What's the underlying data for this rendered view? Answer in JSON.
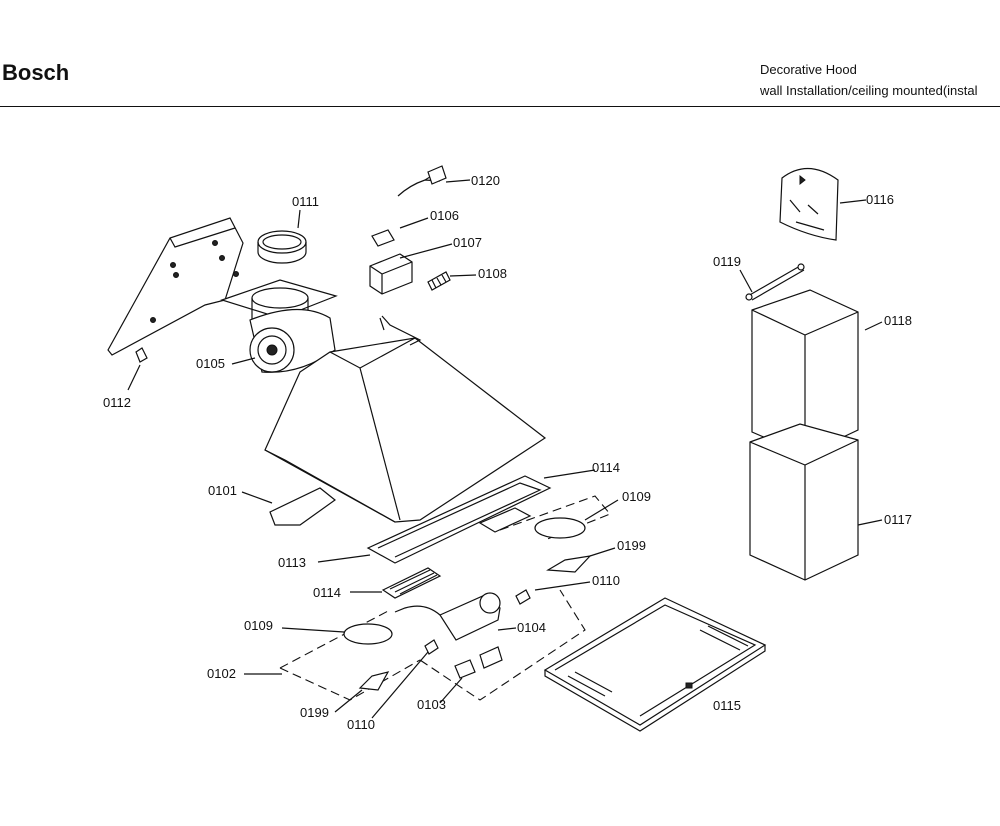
{
  "header": {
    "brand": "Bosch",
    "title_line1": "Decorative Hood",
    "title_line2": "wall Installation/ceiling mounted(instal"
  },
  "parts": {
    "p0120": "0120",
    "p0111": "0111",
    "p0106": "0106",
    "p0107": "0107",
    "p0108": "0108",
    "p0105": "0105",
    "p0112": "0112",
    "p0101": "0101",
    "p0114_top": "0114",
    "p0109_right": "0109",
    "p0113": "0113",
    "p0199_right": "0199",
    "p0114_left": "0114",
    "p0110_right": "0110",
    "p0109_left": "0109",
    "p0104": "0104",
    "p0102": "0102",
    "p0103": "0103",
    "p0199_left": "0199",
    "p0110_left": "0110",
    "p0115": "0115",
    "p0116": "0116",
    "p0119": "0119",
    "p0118": "0118",
    "p0117": "0117"
  }
}
